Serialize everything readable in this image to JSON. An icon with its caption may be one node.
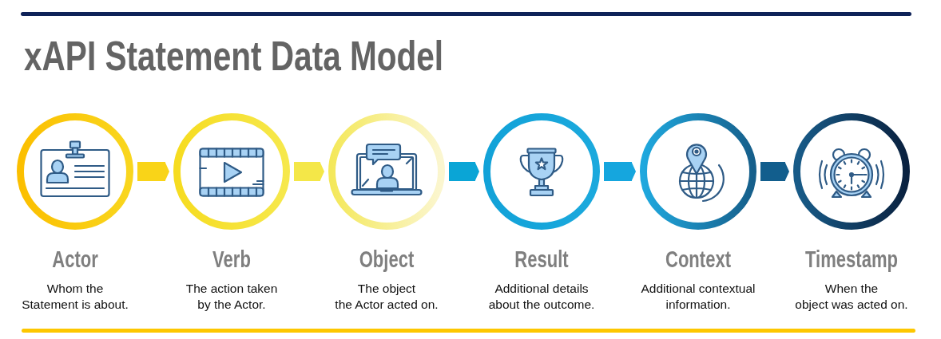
{
  "diagram": {
    "title": "xAPI Statement Data Model",
    "nodes": [
      {
        "text": [
          "Actor",
          "Whom the Statement is about."
        ]
      },
      {
        "text": [
          "Verb",
          "The action taken by the Actor."
        ]
      },
      {
        "text": [
          "Object",
          "The object the Actor acted on."
        ]
      },
      {
        "text": [
          "Result",
          "Additional details about the outcome."
        ]
      },
      {
        "text": [
          "Context",
          "Additional contextual information."
        ]
      },
      {
        "text": [
          "Timestamp",
          "When the object was acted on."
        ]
      }
    ],
    "edges": [
      {
        "from": 0,
        "to": 1,
        "arrow": "to",
        "color": "#f9d418"
      },
      {
        "from": 1,
        "to": 2,
        "arrow": "to",
        "color": "#f4e748"
      },
      {
        "from": 2,
        "to": 3,
        "arrow": "to",
        "color": "#0aa5d6"
      },
      {
        "from": 3,
        "to": 4,
        "arrow": "to",
        "color": "#15a6de"
      },
      {
        "from": 4,
        "to": 5,
        "arrow": "to",
        "color": "#125e8d"
      }
    ]
  }
}
